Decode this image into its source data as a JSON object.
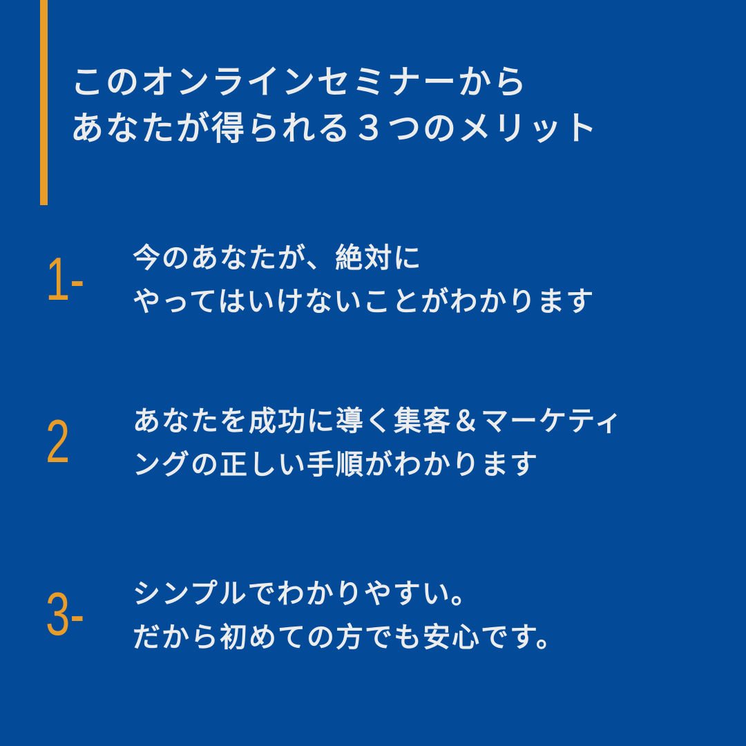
{
  "colors": {
    "background": "#034b98",
    "accent": "#e99c27",
    "text": "#ececec"
  },
  "title": {
    "line1": "このオンラインセミナーから",
    "line2": "あなたが得られる３つのメリット"
  },
  "items": [
    {
      "number": "1-",
      "line1": "今のあなたが、絶対に",
      "line2": "やってはいけないことがわかります"
    },
    {
      "number": "2",
      "line1": "あなたを成功に導く集客＆マーケティ",
      "line2": "ングの正しい手順がわかります"
    },
    {
      "number": "3-",
      "line1": "シンプルでわかりやすい。",
      "line2": "だから初めての方でも安心です。"
    }
  ]
}
